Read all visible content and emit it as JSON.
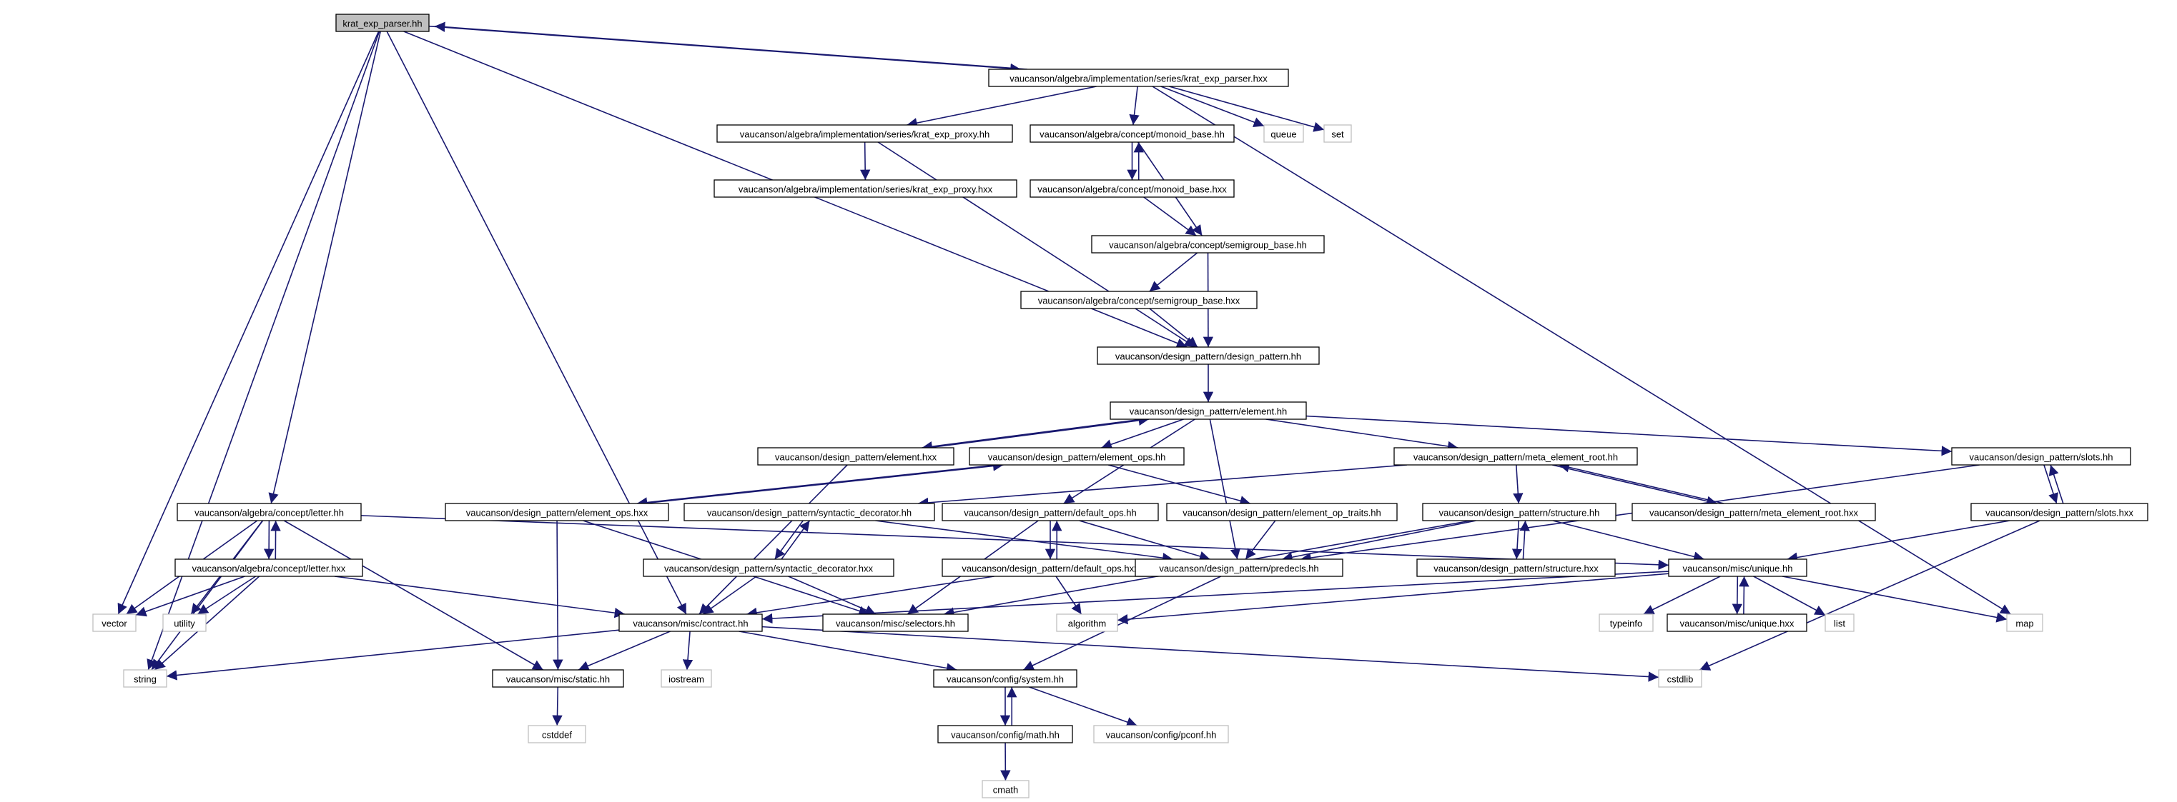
{
  "graph": {
    "nodes": [
      {
        "id": "root",
        "label": "krat_exp_parser.hh",
        "style": "root"
      },
      {
        "id": "krat_hxx",
        "label": "vaucanson/algebra/implementation/series/krat_exp_parser.hxx",
        "style": "internal"
      },
      {
        "id": "proxy_hh",
        "label": "vaucanson/algebra/implementation/series/krat_exp_proxy.hh",
        "style": "internal"
      },
      {
        "id": "monoid_hh",
        "label": "vaucanson/algebra/concept/monoid_base.hh",
        "style": "internal"
      },
      {
        "id": "queue",
        "label": "queue",
        "style": "external"
      },
      {
        "id": "set",
        "label": "set",
        "style": "external"
      },
      {
        "id": "proxy_hxx",
        "label": "vaucanson/algebra/implementation/series/krat_exp_proxy.hxx",
        "style": "internal"
      },
      {
        "id": "monoid_hxx",
        "label": "vaucanson/algebra/concept/monoid_base.hxx",
        "style": "internal"
      },
      {
        "id": "semigroup_hh",
        "label": "vaucanson/algebra/concept/semigroup_base.hh",
        "style": "internal"
      },
      {
        "id": "semigroup_hxx",
        "label": "vaucanson/algebra/concept/semigroup_base.hxx",
        "style": "internal"
      },
      {
        "id": "design_pattern",
        "label": "vaucanson/design_pattern/design_pattern.hh",
        "style": "internal"
      },
      {
        "id": "element_hh",
        "label": "vaucanson/design_pattern/element.hh",
        "style": "internal"
      },
      {
        "id": "element_hxx",
        "label": "vaucanson/design_pattern/element.hxx",
        "style": "internal"
      },
      {
        "id": "element_ops_hh",
        "label": "vaucanson/design_pattern/element_ops.hh",
        "style": "internal"
      },
      {
        "id": "meta_root_hh",
        "label": "vaucanson/design_pattern/meta_element_root.hh",
        "style": "internal"
      },
      {
        "id": "slots_hh",
        "label": "vaucanson/design_pattern/slots.hh",
        "style": "internal"
      },
      {
        "id": "letter_hh",
        "label": "vaucanson/algebra/concept/letter.hh",
        "style": "internal"
      },
      {
        "id": "element_ops_hxx",
        "label": "vaucanson/design_pattern/element_ops.hxx",
        "style": "internal"
      },
      {
        "id": "syntactic_hh",
        "label": "vaucanson/design_pattern/syntactic_decorator.hh",
        "style": "internal"
      },
      {
        "id": "default_ops_hh",
        "label": "vaucanson/design_pattern/default_ops.hh",
        "style": "internal"
      },
      {
        "id": "op_traits",
        "label": "vaucanson/design_pattern/element_op_traits.hh",
        "style": "internal"
      },
      {
        "id": "structure_hh",
        "label": "vaucanson/design_pattern/structure.hh",
        "style": "internal"
      },
      {
        "id": "meta_root_hxx",
        "label": "vaucanson/design_pattern/meta_element_root.hxx",
        "style": "internal"
      },
      {
        "id": "slots_hxx",
        "label": "vaucanson/design_pattern/slots.hxx",
        "style": "internal"
      },
      {
        "id": "letter_hxx",
        "label": "vaucanson/algebra/concept/letter.hxx",
        "style": "internal"
      },
      {
        "id": "syntactic_hxx",
        "label": "vaucanson/design_pattern/syntactic_decorator.hxx",
        "style": "internal"
      },
      {
        "id": "default_ops_hxx",
        "label": "vaucanson/design_pattern/default_ops.hxx",
        "style": "internal"
      },
      {
        "id": "predecls",
        "label": "vaucanson/design_pattern/predecls.hh",
        "style": "internal"
      },
      {
        "id": "structure_hxx",
        "label": "vaucanson/design_pattern/structure.hxx",
        "style": "internal"
      },
      {
        "id": "unique_hh",
        "label": "vaucanson/misc/unique.hh",
        "style": "internal"
      },
      {
        "id": "vector",
        "label": "vector",
        "style": "external"
      },
      {
        "id": "utility",
        "label": "utility",
        "style": "external"
      },
      {
        "id": "contract",
        "label": "vaucanson/misc/contract.hh",
        "style": "internal"
      },
      {
        "id": "selectors",
        "label": "vaucanson/misc/selectors.hh",
        "style": "internal"
      },
      {
        "id": "algorithm",
        "label": "algorithm",
        "style": "external"
      },
      {
        "id": "typeinfo",
        "label": "typeinfo",
        "style": "external"
      },
      {
        "id": "unique_hxx",
        "label": "vaucanson/misc/unique.hxx",
        "style": "internal"
      },
      {
        "id": "list",
        "label": "list",
        "style": "external"
      },
      {
        "id": "map",
        "label": "map",
        "style": "external"
      },
      {
        "id": "string",
        "label": "string",
        "style": "external"
      },
      {
        "id": "static",
        "label": "vaucanson/misc/static.hh",
        "style": "internal"
      },
      {
        "id": "iostream",
        "label": "iostream",
        "style": "external"
      },
      {
        "id": "system",
        "label": "vaucanson/config/system.hh",
        "style": "internal"
      },
      {
        "id": "cstdlib",
        "label": "cstdlib",
        "style": "external"
      },
      {
        "id": "cstddef",
        "label": "cstddef",
        "style": "external"
      },
      {
        "id": "math",
        "label": "vaucanson/config/math.hh",
        "style": "internal"
      },
      {
        "id": "pconf",
        "label": "vaucanson/config/pconf.hh",
        "style": "external"
      },
      {
        "id": "cmath",
        "label": "cmath",
        "style": "external"
      }
    ],
    "edges": [
      {
        "from": "root",
        "to": "krat_hxx"
      },
      {
        "from": "krat_hxx",
        "to": "root"
      },
      {
        "from": "root",
        "to": "design_pattern"
      },
      {
        "from": "root",
        "to": "letter_hh"
      },
      {
        "from": "root",
        "to": "contract"
      },
      {
        "from": "root",
        "to": "vector"
      },
      {
        "from": "root",
        "to": "string"
      },
      {
        "from": "krat_hxx",
        "to": "proxy_hh"
      },
      {
        "from": "krat_hxx",
        "to": "monoid_hh"
      },
      {
        "from": "krat_hxx",
        "to": "queue"
      },
      {
        "from": "krat_hxx",
        "to": "set"
      },
      {
        "from": "krat_hxx",
        "to": "map"
      },
      {
        "from": "proxy_hh",
        "to": "proxy_hxx"
      },
      {
        "from": "proxy_hh",
        "to": "design_pattern"
      },
      {
        "from": "monoid_hh",
        "to": "monoid_hxx"
      },
      {
        "from": "monoid_hxx",
        "to": "monoid_hh"
      },
      {
        "from": "monoid_hh",
        "to": "semigroup_hh"
      },
      {
        "from": "monoid_hxx",
        "to": "semigroup_hh"
      },
      {
        "from": "semigroup_hh",
        "to": "semigroup_hxx"
      },
      {
        "from": "semigroup_hh",
        "to": "design_pattern"
      },
      {
        "from": "semigroup_hxx",
        "to": "design_pattern"
      },
      {
        "from": "design_pattern",
        "to": "element_hh"
      },
      {
        "from": "element_hh",
        "to": "element_hxx"
      },
      {
        "from": "element_hxx",
        "to": "element_hh"
      },
      {
        "from": "element_hh",
        "to": "element_ops_hh"
      },
      {
        "from": "element_hh",
        "to": "meta_root_hh"
      },
      {
        "from": "element_hh",
        "to": "slots_hh"
      },
      {
        "from": "element_hh",
        "to": "default_ops_hh"
      },
      {
        "from": "element_hh",
        "to": "predecls"
      },
      {
        "from": "element_hxx",
        "to": "contract"
      },
      {
        "from": "element_ops_hh",
        "to": "element_ops_hxx"
      },
      {
        "from": "element_ops_hxx",
        "to": "element_ops_hh"
      },
      {
        "from": "element_ops_hh",
        "to": "op_traits"
      },
      {
        "from": "element_ops_hxx",
        "to": "static"
      },
      {
        "from": "element_ops_hxx",
        "to": "selectors"
      },
      {
        "from": "meta_root_hh",
        "to": "meta_root_hxx"
      },
      {
        "from": "meta_root_hxx",
        "to": "meta_root_hh"
      },
      {
        "from": "meta_root_hh",
        "to": "syntactic_hh"
      },
      {
        "from": "meta_root_hh",
        "to": "structure_hh"
      },
      {
        "from": "slots_hh",
        "to": "slots_hxx"
      },
      {
        "from": "slots_hxx",
        "to": "slots_hh"
      },
      {
        "from": "slots_hh",
        "to": "predecls"
      },
      {
        "from": "slots_hxx",
        "to": "unique_hh"
      },
      {
        "from": "slots_hxx",
        "to": "cstdlib"
      },
      {
        "from": "syntactic_hh",
        "to": "syntactic_hxx"
      },
      {
        "from": "syntactic_hxx",
        "to": "syntactic_hh"
      },
      {
        "from": "syntactic_hh",
        "to": "predecls"
      },
      {
        "from": "syntactic_hxx",
        "to": "contract"
      },
      {
        "from": "syntactic_hxx",
        "to": "selectors"
      },
      {
        "from": "default_ops_hh",
        "to": "default_ops_hxx"
      },
      {
        "from": "default_ops_hxx",
        "to": "default_ops_hh"
      },
      {
        "from": "default_ops_hh",
        "to": "predecls"
      },
      {
        "from": "default_ops_hh",
        "to": "selectors"
      },
      {
        "from": "default_ops_hxx",
        "to": "contract"
      },
      {
        "from": "default_ops_hxx",
        "to": "algorithm"
      },
      {
        "from": "op_traits",
        "to": "predecls"
      },
      {
        "from": "structure_hh",
        "to": "structure_hxx"
      },
      {
        "from": "structure_hxx",
        "to": "structure_hh"
      },
      {
        "from": "structure_hh",
        "to": "predecls"
      },
      {
        "from": "structure_hh",
        "to": "unique_hh"
      },
      {
        "from": "structure_hh",
        "to": "selectors"
      },
      {
        "from": "letter_hh",
        "to": "letter_hxx"
      },
      {
        "from": "letter_hxx",
        "to": "letter_hh"
      },
      {
        "from": "letter_hh",
        "to": "unique_hh"
      },
      {
        "from": "letter_hh",
        "to": "static"
      },
      {
        "from": "letter_hh",
        "to": "string"
      },
      {
        "from": "letter_hh",
        "to": "vector"
      },
      {
        "from": "letter_hh",
        "to": "utility"
      },
      {
        "from": "letter_hxx",
        "to": "contract"
      },
      {
        "from": "letter_hxx",
        "to": "vector"
      },
      {
        "from": "letter_hxx",
        "to": "utility"
      },
      {
        "from": "letter_hxx",
        "to": "string"
      },
      {
        "from": "predecls",
        "to": "system"
      },
      {
        "from": "unique_hh",
        "to": "unique_hxx"
      },
      {
        "from": "unique_hxx",
        "to": "unique_hh"
      },
      {
        "from": "unique_hh",
        "to": "typeinfo"
      },
      {
        "from": "unique_hh",
        "to": "list"
      },
      {
        "from": "unique_hh",
        "to": "map"
      },
      {
        "from": "unique_hh",
        "to": "algorithm"
      },
      {
        "from": "unique_hh",
        "to": "contract"
      },
      {
        "from": "contract",
        "to": "static"
      },
      {
        "from": "contract",
        "to": "iostream"
      },
      {
        "from": "contract",
        "to": "string"
      },
      {
        "from": "contract",
        "to": "system"
      },
      {
        "from": "contract",
        "to": "cstdlib"
      },
      {
        "from": "static",
        "to": "cstddef"
      },
      {
        "from": "system",
        "to": "math"
      },
      {
        "from": "math",
        "to": "system"
      },
      {
        "from": "system",
        "to": "pconf"
      },
      {
        "from": "math",
        "to": "cmath"
      }
    ]
  }
}
